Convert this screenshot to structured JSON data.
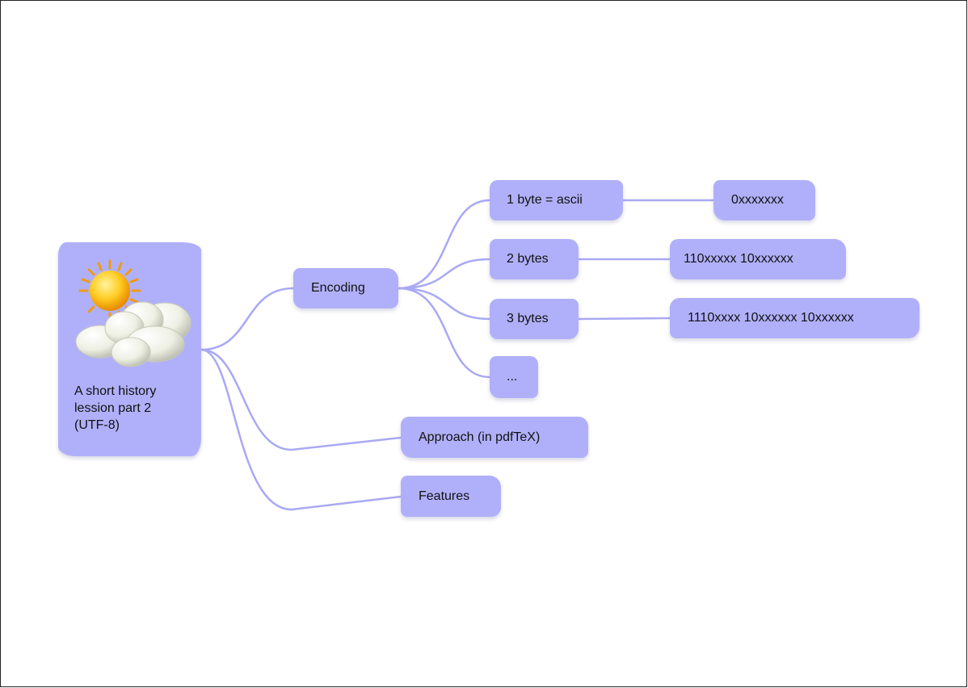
{
  "mindmap": {
    "root": {
      "label": "A short history\nlession part 2\n(UTF-8)",
      "icon": "sun-behind-clouds-icon"
    },
    "encoding": {
      "label": "Encoding",
      "children": {
        "one_byte": {
          "label": "1 byte = ascii",
          "pattern": "0xxxxxxx"
        },
        "two_bytes": {
          "label": "2 bytes",
          "pattern": "110xxxxx 10xxxxxx"
        },
        "three_bytes": {
          "label": "3 bytes",
          "pattern": "1110xxxx 10xxxxxx 10xxxxxx"
        },
        "more": {
          "label": "..."
        }
      }
    },
    "approach": {
      "label": "Approach (in pdfTeX)"
    },
    "features": {
      "label": "Features"
    }
  },
  "colors": {
    "node_fill": "#b0b0fa",
    "connector": "#a9a9f5",
    "frame_border": "#222222"
  }
}
